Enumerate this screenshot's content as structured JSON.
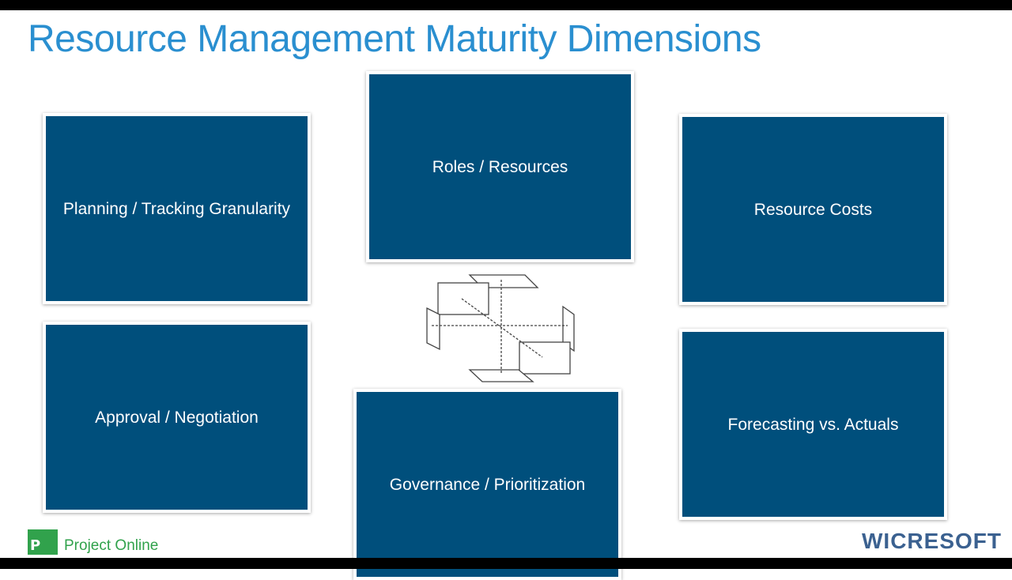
{
  "slide": {
    "title": "Resource Management Maturity Dimensions",
    "box_color": "#004f7c",
    "title_color": "#2a8fd0",
    "cards": [
      {
        "label": "Planning / Tracking Granularity"
      },
      {
        "label": "Roles / Resources"
      },
      {
        "label": "Resource Costs"
      },
      {
        "label": "Approval / Negotiation"
      },
      {
        "label": "Governance / Prioritization"
      },
      {
        "label": "Forecasting vs. Actuals"
      }
    ],
    "center_graphic": "multi-plane-dimensions-diagram"
  },
  "footer": {
    "left_logo_text": "Project Online",
    "left_logo_letter": "P",
    "right_logo_text": "WICRESOFT"
  }
}
